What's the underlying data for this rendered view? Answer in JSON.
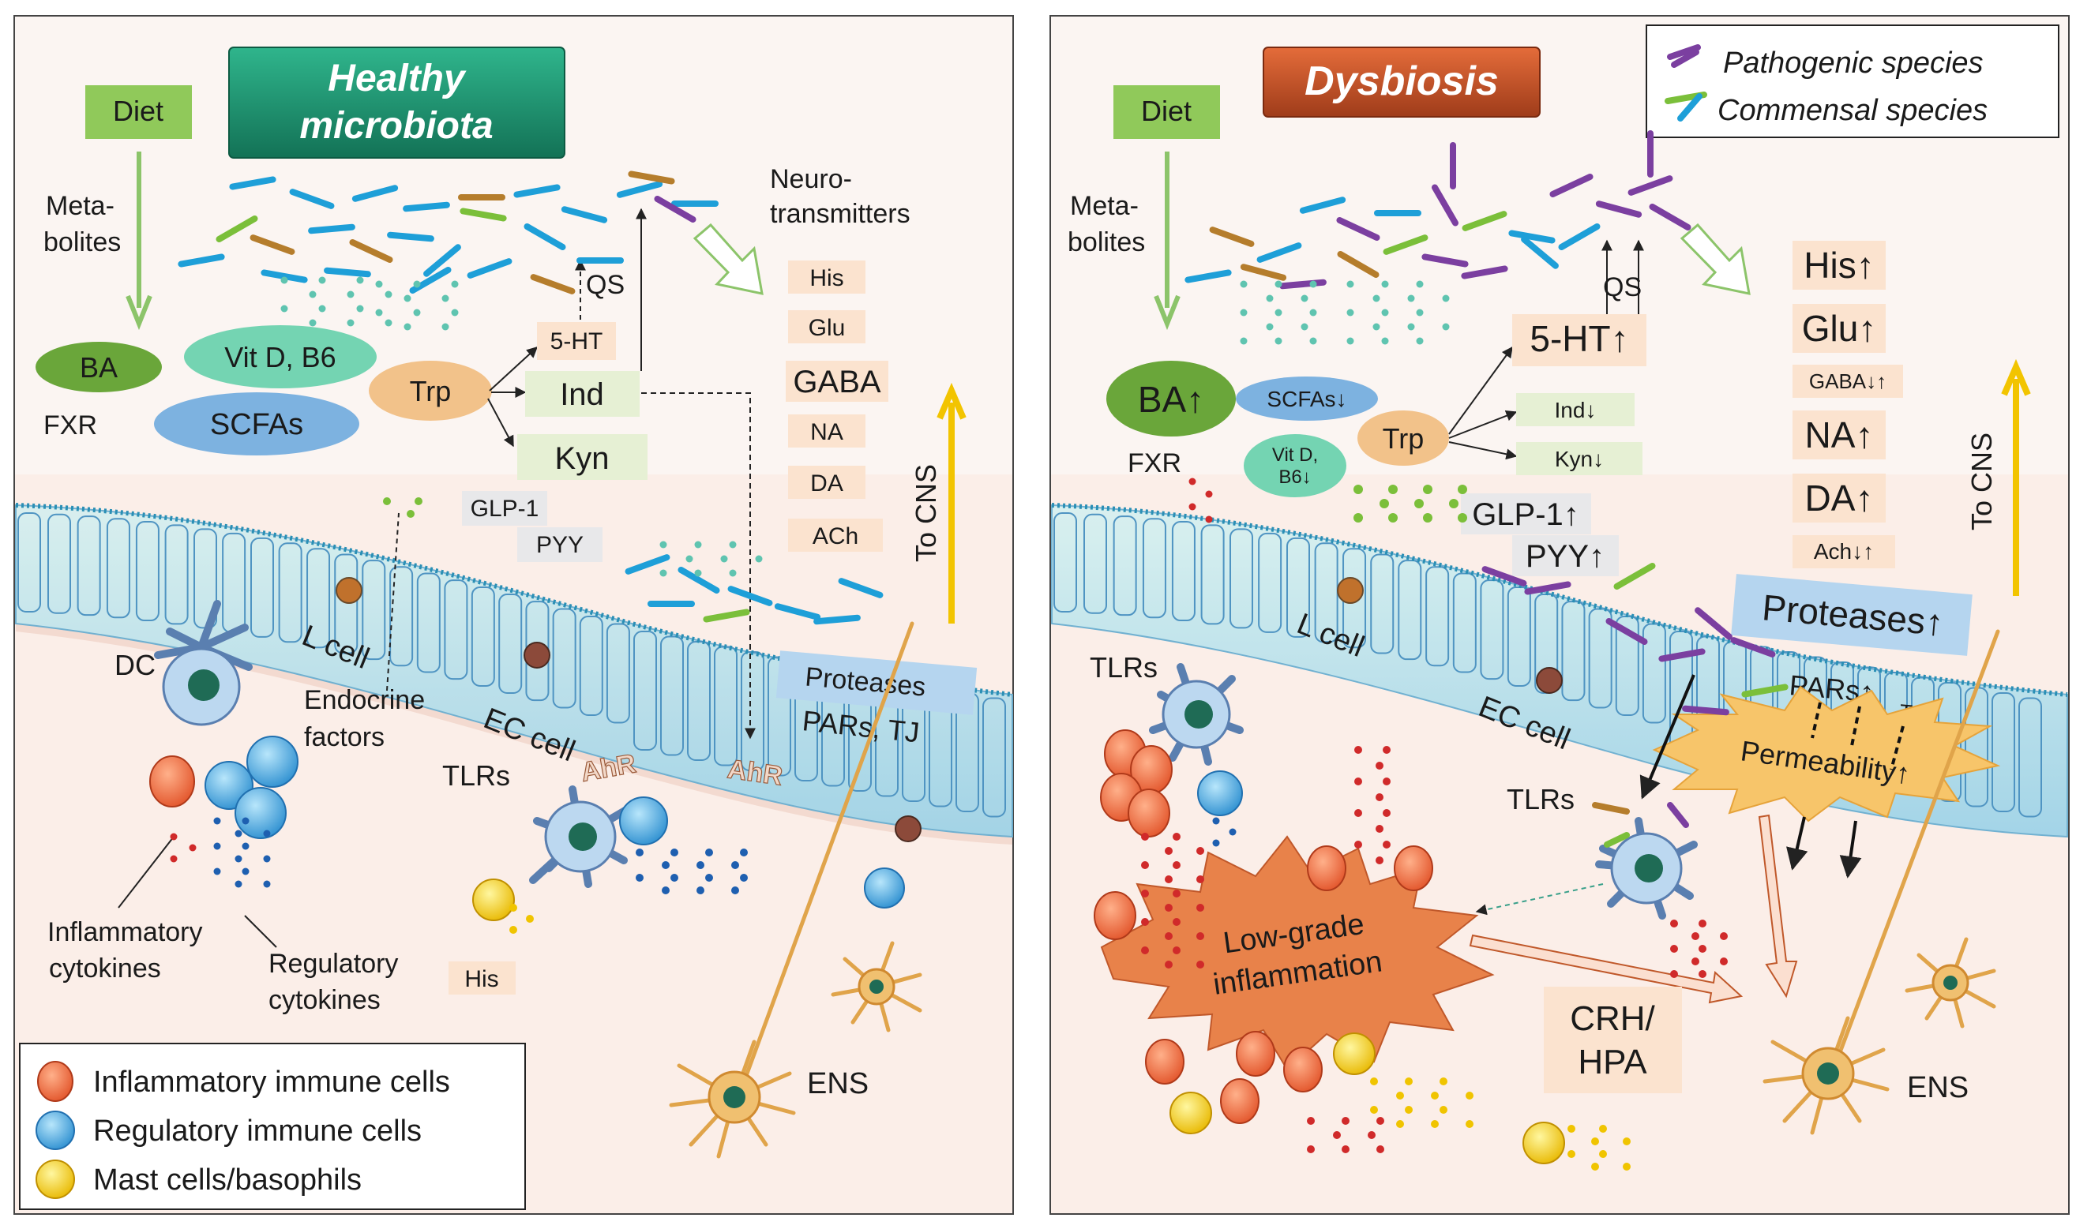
{
  "healthy": {
    "title_line1": "Healthy",
    "title_line2": "microbiota",
    "diet": "Diet",
    "metabolites_line1": "Meta-",
    "metabolites_line2": "bolites",
    "ba": "BA",
    "fxr": "FXR",
    "vitd": "Vit D, B6",
    "scfas": "SCFAs",
    "trp": "Trp",
    "ht5": "5-HT",
    "ind": "Ind",
    "kyn": "Kyn",
    "qs": "QS",
    "glp1": "GLP-1",
    "pyy": "PYY",
    "nt_line1": "Neuro-",
    "nt_line2": "transmitters",
    "his": "His",
    "glu": "Glu",
    "gaba": "GABA",
    "na": "NA",
    "da": "DA",
    "ach": "ACh",
    "to_cns": "To CNS",
    "proteases": "Proteases",
    "pars_tj": "PARs, TJ",
    "ahr": "AhR",
    "lcell": "L cell",
    "endocrine_line1": "Endocrine",
    "endocrine_line2": "factors",
    "eccell": "EC cell",
    "dc": "DC",
    "tlrs": "TLRs",
    "infl_cyt_line1": "Inflammatory",
    "infl_cyt_line2": "cytokines",
    "reg_cyt_line1": "Regulatory",
    "reg_cyt_line2": "cytokines",
    "his_low": "His",
    "ens": "ENS"
  },
  "dysbiosis": {
    "title": "Dysbiosis",
    "diet": "Diet",
    "metabolites_line1": "Meta-",
    "metabolites_line2": "bolites",
    "ba": "BA↑",
    "fxr": "FXR",
    "scfas": "SCFAs↓",
    "vitd_line1": "Vit D,",
    "vitd_line2": "B6↓",
    "trp": "Trp",
    "ht5": "5-HT↑",
    "ind": "Ind↓",
    "kyn": "Kyn↓",
    "qs": "QS",
    "glp1": "GLP-1↑",
    "pyy": "PYY↑",
    "his": "His↑",
    "glu": "Glu↑",
    "gaba": "GABA↓↑",
    "na": "NA↑",
    "da": "DA↑",
    "ach": "Ach↓↑",
    "to_cns": "To CNS",
    "proteases": "Proteases↑",
    "pars": "PARs↑",
    "tj": "TJ↓",
    "permeability": "Permeability↑",
    "lcell": "L cell",
    "eccell": "EC cell",
    "tlrs_left": "TLRs",
    "tlrs_mid": "TLRs",
    "inflammation_line1": "Low-grade",
    "inflammation_line2": "inflammation",
    "crh_line1": "CRH/",
    "crh_line2": "HPA",
    "ens": "ENS"
  },
  "species_legend": {
    "pathogenic": "Pathogenic species",
    "commensal": "Commensal species"
  },
  "cell_legend": {
    "inflammatory": "Inflammatory immune cells",
    "regulatory": "Regulatory immune cells",
    "mast": "Mast cells/basophils"
  },
  "colors": {
    "pathogenic": "#7b3fa0",
    "commensal_blue": "#1e9fd8",
    "commensal_green": "#7bbf3a",
    "commensal_brown": "#b57d2c",
    "title_healthy": "#1e8c6a",
    "title_dysbiosis": "#c4542a",
    "tissue": "#f8e4dc"
  }
}
